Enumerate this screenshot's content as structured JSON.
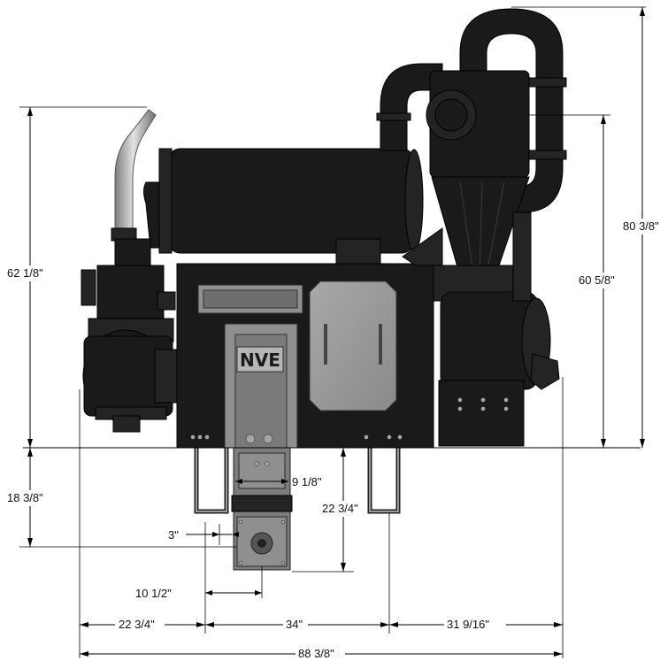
{
  "brand": {
    "logo_text": "NVE"
  },
  "dimensions": {
    "overall_height": "80 3/8\"",
    "top_of_base_height": "60 5/8\"",
    "exhaust_height": "62 1/8\"",
    "below_base_depth": "18 3/8\"",
    "outlet_width": "9 1/8\"",
    "handle_depth": "22 3/4\"",
    "outlet_offset": "3\"",
    "outlet_center": "10 1/2\"",
    "left_span": "22 3/4\"",
    "center_span": "34\"",
    "right_span": "31 9/16\"",
    "overall_width": "88 3/8\""
  }
}
